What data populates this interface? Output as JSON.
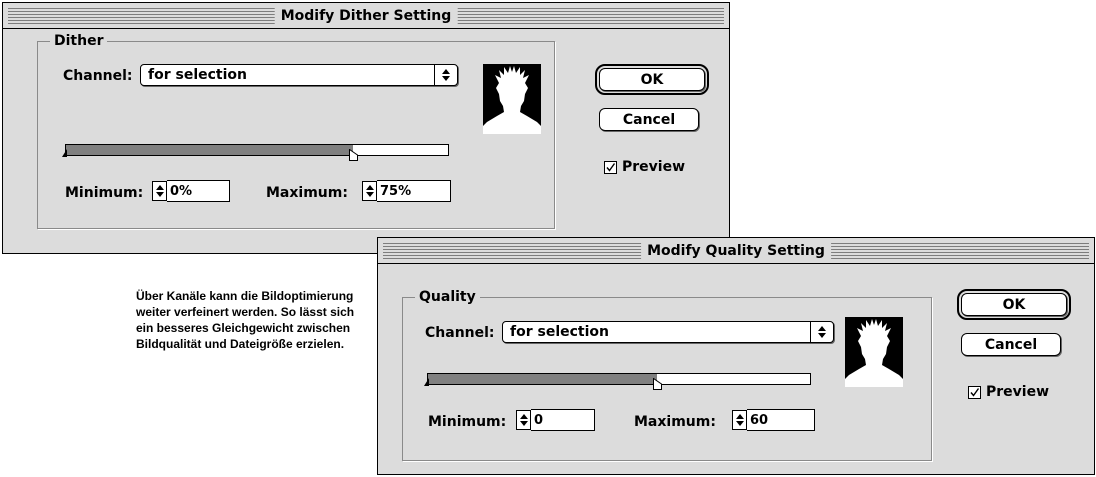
{
  "dither_dialog": {
    "title": "Modify Dither Setting",
    "group_label": "Dither",
    "channel_label": "Channel:",
    "channel_value": "for selection",
    "minimum_label": "Minimum:",
    "minimum_value": "0%",
    "maximum_label": "Maximum:",
    "maximum_value": "75%",
    "slider_max_fraction": 0.75,
    "ok_label": "OK",
    "cancel_label": "Cancel",
    "preview_label": "Preview",
    "preview_checked": true
  },
  "quality_dialog": {
    "title": "Modify Quality Setting",
    "group_label": "Quality",
    "channel_label": "Channel:",
    "channel_value": "for selection",
    "minimum_label": "Minimum:",
    "minimum_value": "0",
    "maximum_label": "Maximum:",
    "maximum_value": "60",
    "slider_max_fraction": 0.6,
    "ok_label": "OK",
    "cancel_label": "Cancel",
    "preview_label": "Preview",
    "preview_checked": true
  },
  "caption": {
    "text": "Über Kanäle kann die Bildoptimierung weiter verfeinert werden. So lässt sich ein besseres Gleichgewicht zwischen Bildqualität und Dateigröße erzielen."
  },
  "colors": {
    "dialog_bg": "#dcdcdc",
    "slider_fill": "#808080",
    "thumbnail_bg": "#000000"
  }
}
